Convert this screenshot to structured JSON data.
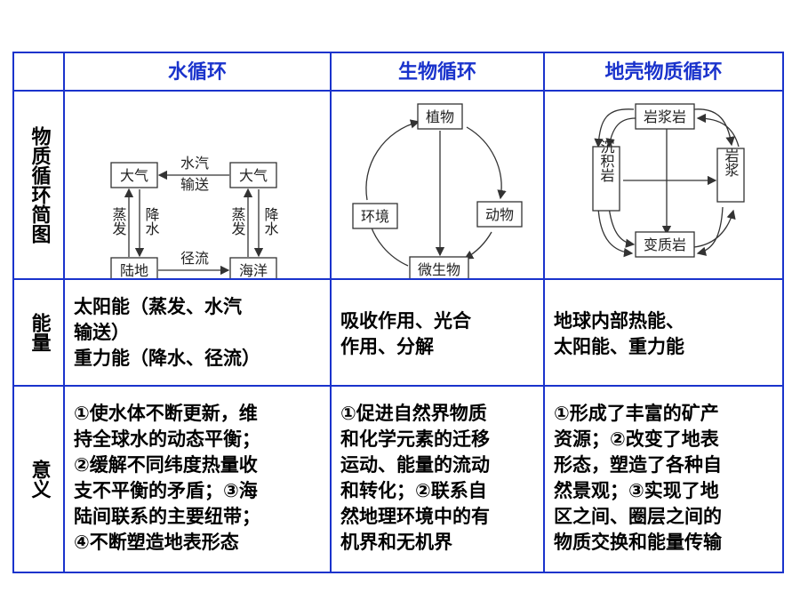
{
  "headers": {
    "water": "水循环",
    "bio": "生物循环",
    "crust": "地壳物质循环"
  },
  "row_labels": {
    "diagram": "物质循环简图",
    "energy": "能量",
    "meaning": "意义"
  },
  "diagrams": {
    "water": {
      "atmos_left": "大气",
      "atmos_right": "大气",
      "transport_line1": "水汽",
      "transport_line2": "输送",
      "evap_left": "蒸发",
      "precip_left": "降水",
      "evap_right": "蒸发",
      "precip_right": "降水",
      "land": "陆地",
      "ocean": "海洋",
      "runoff": "径流"
    },
    "bio": {
      "plant": "植物",
      "animal": "动物",
      "environment": "环境",
      "microbe": "微生物"
    },
    "crust": {
      "igneous": "岩浆岩",
      "magma": "岩浆",
      "sedimentary": "沉积岩",
      "metamorphic": "变质岩"
    }
  },
  "energy": {
    "water_line1": "太阳能（蒸发、水汽",
    "water_line2": "输送）",
    "water_line3": "重力能（降水、径流）",
    "bio_line1": "吸收作用、光合",
    "bio_line2": "作用、分解",
    "crust_line1": "地球内部热能、",
    "crust_line2": "太阳能、重力能"
  },
  "meaning": {
    "water_lines": [
      "①使水体不断更新，维",
      "持全球水的动态平衡；",
      "②缓解不同纬度热量收",
      "支不平衡的矛盾；③海",
      "陆间联系的主要纽带；",
      "④不断塑造地表形态"
    ],
    "bio_lines": [
      "①促进自然界物质",
      "和化学元素的迁移",
      "运动、能量的流动",
      "和转化；②联系自",
      "然地理环境中的有",
      "机界和无机界"
    ],
    "crust_lines": [
      "①形成了丰富的矿产",
      "资源；②改变了地表",
      "形态，塑造了各种自",
      "然景观；③实现了地",
      "区之间、圈层之间的",
      "物质交换和能量传输"
    ]
  }
}
